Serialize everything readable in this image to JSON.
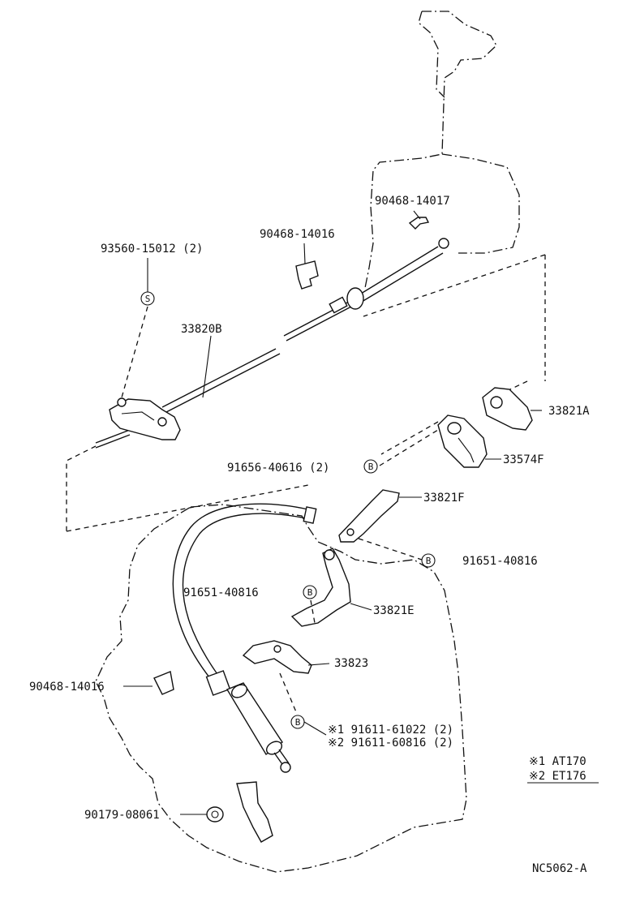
{
  "diagram": {
    "labels": {
      "p90468_14017": "90468-14017",
      "p90468_14016_top": "90468-14016",
      "p93560_15012": "93560-15012 (2)",
      "p33820B": "33820B",
      "p33821A": "33821A",
      "p33574F": "33574F",
      "p91656_40616": "91656-40616 (2)",
      "p33821F": "33821F",
      "p91651_40816_right": "91651-40816",
      "p91651_40816_left": "91651-40816",
      "p33821E": "33821E",
      "p33823": "33823",
      "p90468_14016_left": "90468-14016",
      "star1_part": "※1  91611-61022 (2)",
      "star2_part": "※2  91611-60816 (2)",
      "p90179_08061": "90179-08061",
      "legend1": "※1  AT170",
      "legend2": "※2  ET176",
      "figure_code": "NC5062-A"
    },
    "markers": {
      "s": "S",
      "b": "B"
    }
  }
}
